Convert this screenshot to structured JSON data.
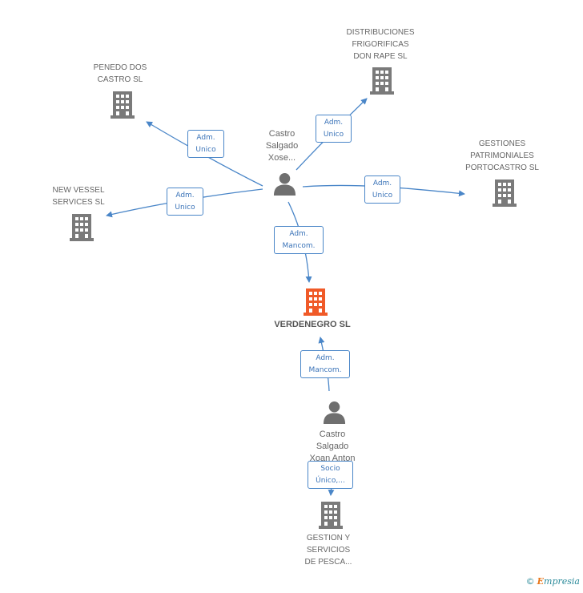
{
  "nodes": {
    "penedo": {
      "label": "PENEDO DOS\nCASTRO  SL"
    },
    "distribuciones": {
      "label": "DISTRIBUCIONES\nFRIGORIFICAS\nDON RAPE SL"
    },
    "gestiones": {
      "label": "GESTIONES\nPATRIMONIALES\nPORTOCASTRO SL"
    },
    "newvessel": {
      "label": "NEW VESSEL\nSERVICES SL"
    },
    "verdenegro": {
      "label": "VERDENEGRO SL"
    },
    "gestion_servicios": {
      "label": "GESTION Y\nSERVICIOS\nDE PESCA..."
    },
    "person_xose": {
      "label": "Castro\nSalgado\nXose..."
    },
    "person_xoan": {
      "label": "Castro\nSalgado\nXoan Anton"
    }
  },
  "edges": {
    "e_penedo": {
      "label": "Adm.\nUnico"
    },
    "e_distribuciones": {
      "label": "Adm.\nUnico"
    },
    "e_newvessel": {
      "label": "Adm.\nUnico"
    },
    "e_gestiones": {
      "label": "Adm.\nUnico"
    },
    "e_verdenegro_top": {
      "label": "Adm.\nMancom."
    },
    "e_verdenegro_bottom": {
      "label": "Adm.\nMancom."
    },
    "e_socio": {
      "label": "Socio\nÚnico,..."
    }
  },
  "colors": {
    "edge": "#4a86c8",
    "building": "#7a7a7a",
    "building_main": "#f05a28",
    "person": "#6f6f6f"
  },
  "footer": {
    "copyright": "©",
    "brand_first": "E",
    "brand_rest": "mpresia"
  }
}
